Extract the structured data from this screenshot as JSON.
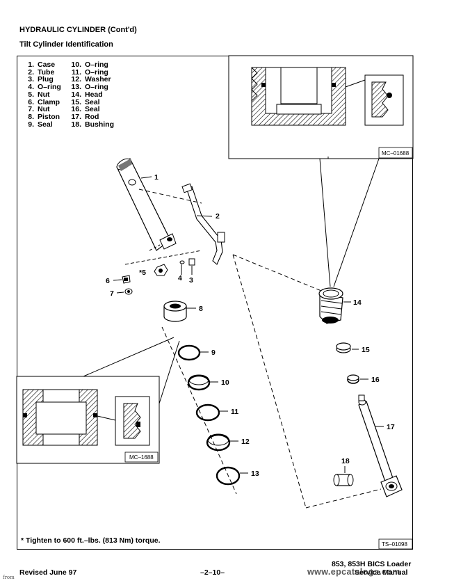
{
  "header": {
    "title": "HYDRAULIC CYLINDER (Cont'd)",
    "subtitle": "Tilt Cylinder Identification"
  },
  "parts_legend": [
    {
      "num": "1.",
      "name": "Case"
    },
    {
      "num": "2.",
      "name": "Tube"
    },
    {
      "num": "3.",
      "name": "Plug"
    },
    {
      "num": "4.",
      "name": "O–ring"
    },
    {
      "num": "5.",
      "name": "Nut"
    },
    {
      "num": "6.",
      "name": "Clamp"
    },
    {
      "num": "7.",
      "name": "Nut"
    },
    {
      "num": "8.",
      "name": "Piston"
    },
    {
      "num": "9.",
      "name": "Seal"
    },
    {
      "num": "10.",
      "name": "O–ring"
    },
    {
      "num": "11.",
      "name": "O–ring"
    },
    {
      "num": "12.",
      "name": "Washer"
    },
    {
      "num": "13.",
      "name": "O–ring"
    },
    {
      "num": "14.",
      "name": "Head"
    },
    {
      "num": "15.",
      "name": "Seal"
    },
    {
      "num": "16.",
      "name": "Seal"
    },
    {
      "num": "17.",
      "name": "Rod"
    },
    {
      "num": "18.",
      "name": "Bushing"
    }
  ],
  "diagram": {
    "ref_upper_inset": "MC–01688",
    "ref_lower_inset": "MC–1688",
    "ref_main": "TS–01098",
    "callouts": [
      "1",
      "2",
      "3",
      "4",
      "*5",
      "6",
      "7",
      "8",
      "9",
      "10",
      "11",
      "12",
      "13",
      "14",
      "15",
      "16",
      "17",
      "18"
    ]
  },
  "torque_note": "* Tighten to 600 ft.–lbs. (813 Nm) torque.",
  "footer": {
    "revised": "Revised June 97",
    "page": "–2–10–",
    "model": "853, 853H BICS Loader",
    "manual": "Service Manual"
  },
  "watermark": "www.epcatalogs.com",
  "from_text": "from"
}
